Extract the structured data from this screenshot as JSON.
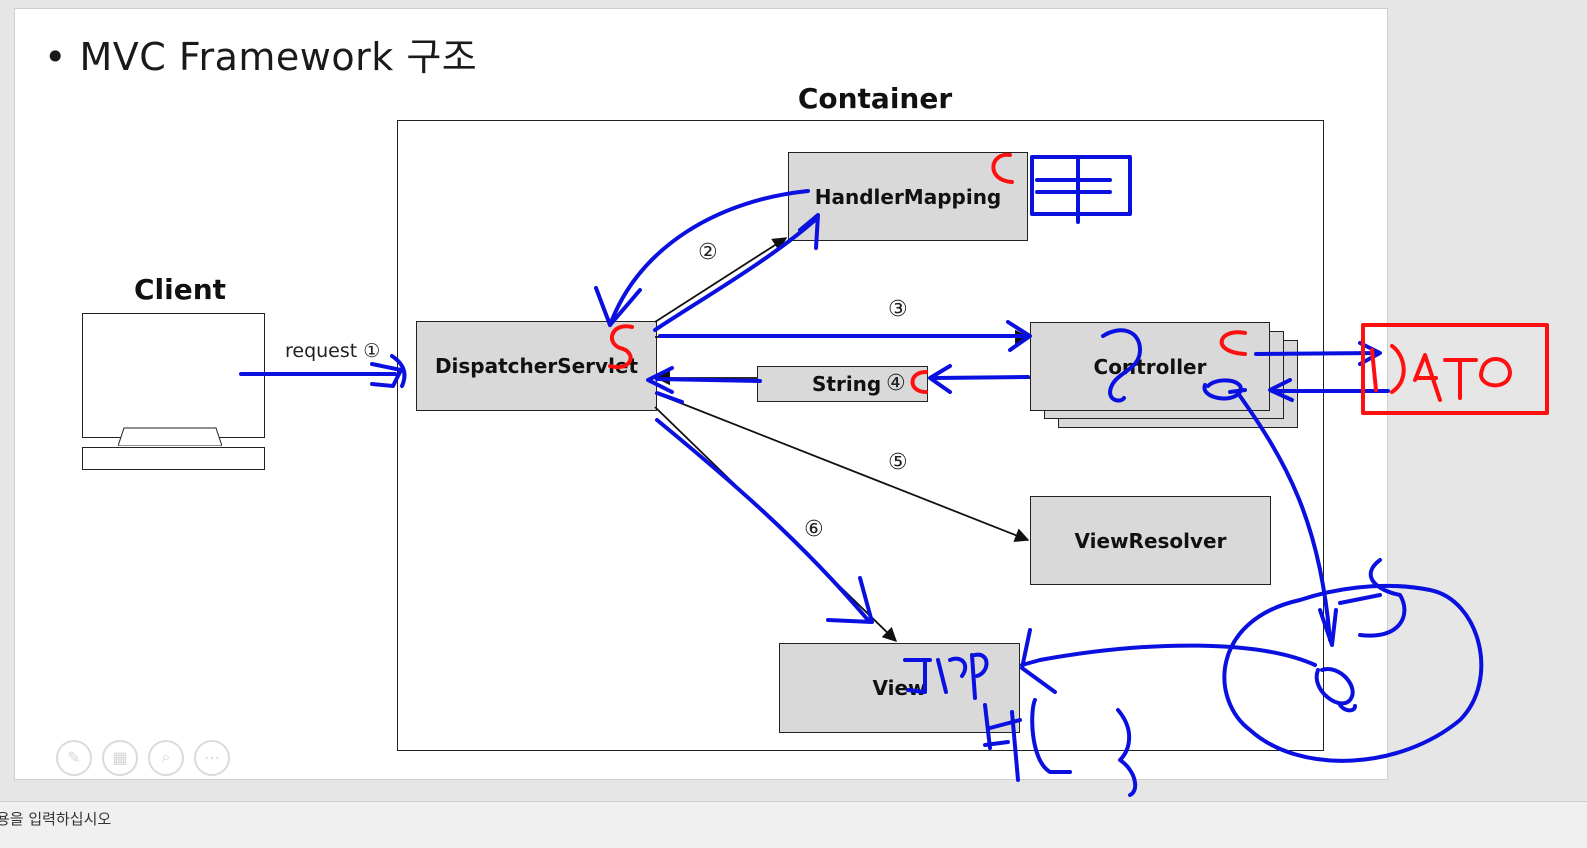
{
  "slide": {
    "title": "• MVC Framework 구조",
    "container_label": "Container",
    "client_label": "Client",
    "request_label": "request ①",
    "boxes": {
      "dispatcher": "DispatcherServlet",
      "handler_mapping": "HandlerMapping",
      "controller": "Controller",
      "string": "String",
      "view_resolver": "ViewResolver",
      "view": "View"
    },
    "steps": {
      "s2": "②",
      "s3": "③",
      "s4": "④",
      "s5": "⑤",
      "s6": "⑥"
    },
    "tools": {
      "pen_icon": "pen-icon",
      "gallery_icon": "slides-icon",
      "zoom_icon": "zoom-icon",
      "more_icon": "more-icon"
    }
  },
  "status": {
    "notes_placeholder": "용을 입력하십시오"
  },
  "colors": {
    "ink_blue": "#0a10e0",
    "ink_red": "#ff1010",
    "box_fill": "#d9d9d9"
  }
}
